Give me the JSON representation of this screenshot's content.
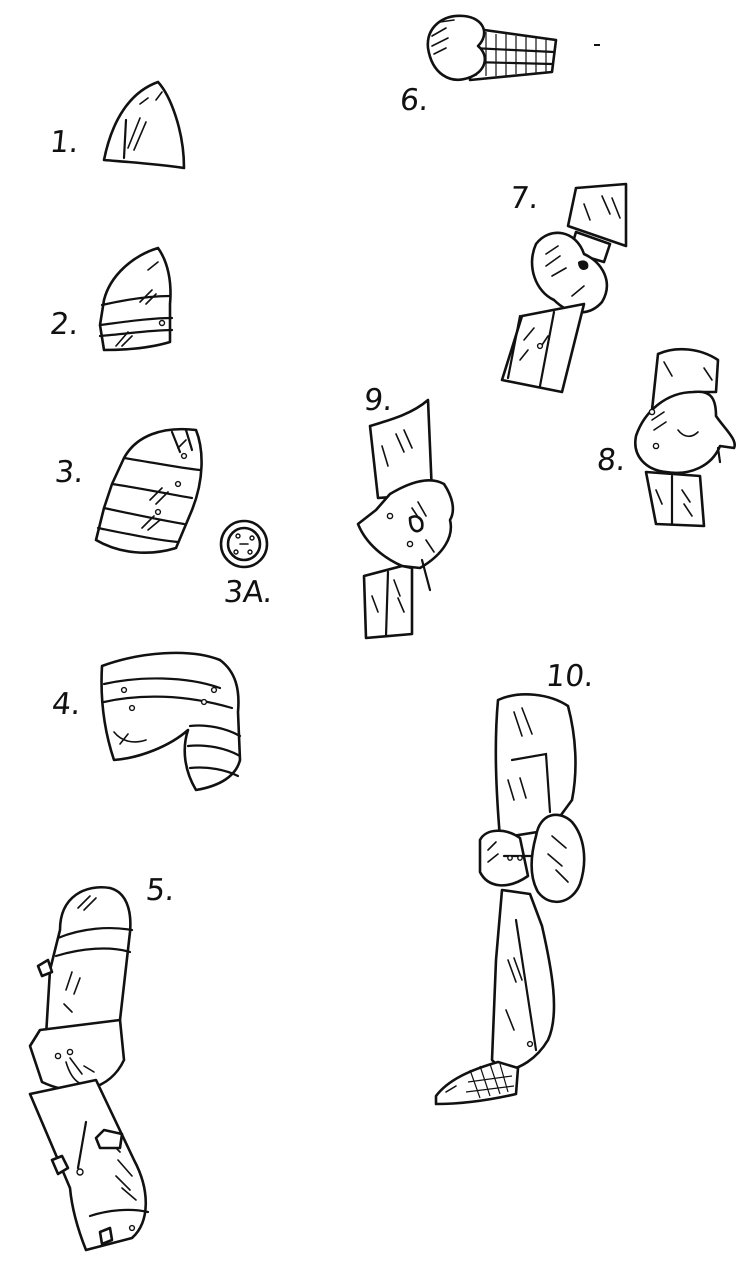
{
  "labels": {
    "l1": "1.",
    "l2": "2.",
    "l3": "3.",
    "l3a": "3A.",
    "l4": "4.",
    "l5": "5.",
    "l6": "6.",
    "l7": "7.",
    "l8": "8.",
    "l9": "9.",
    "l10": "10."
  },
  "colors": {
    "ink": "#111111",
    "paper": "#ffffff"
  }
}
